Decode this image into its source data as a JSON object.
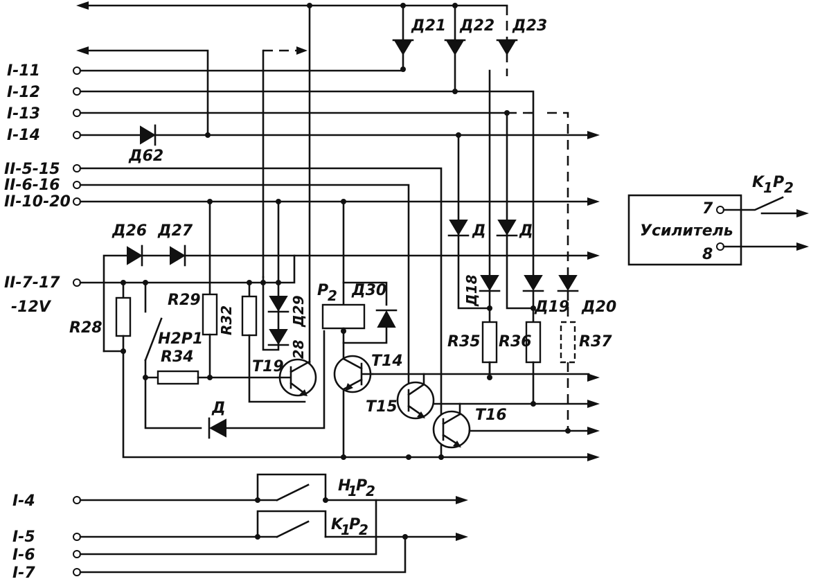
{
  "terminals_top": [
    "I-11",
    "I-12",
    "I-13",
    "I-14"
  ],
  "terminals_mid": [
    "II-5-15",
    "II-6-16",
    "II-10-20"
  ],
  "supply": {
    "terminal": "II-7-17",
    "voltage": "-12V"
  },
  "terminals_bottom": [
    "I-4",
    "I-5",
    "I-6",
    "I-7"
  ],
  "diodes": {
    "d21": "Д21",
    "d22": "Д22",
    "d23": "Д23",
    "d62": "Д62",
    "d26": "Д26",
    "d27": "Д27",
    "d28": "Д28",
    "d29": "Д29",
    "d30": "Д30",
    "d18": "Д18",
    "d19": "Д19",
    "d20": "Д20",
    "d_a": "Д",
    "d_b": "Д",
    "d_c": "Д"
  },
  "resistors": {
    "r28": "R28",
    "r29": "R29",
    "r32": "R32",
    "r34": "R34",
    "r35": "R35",
    "r36": "R36",
    "r37": "R37"
  },
  "transistors": {
    "t19": "T19",
    "t14": "T14",
    "t15": "T15",
    "t16": "T16"
  },
  "relay": {
    "coil": "P",
    "coil_sub": "2",
    "contact_h2p1": "H2P1"
  },
  "contacts": {
    "h1p2": {
      "main": "H",
      "sub1": "1",
      "mid": "P",
      "sub2": "2"
    },
    "k1p2": {
      "main": "K",
      "sub1": "1",
      "mid": "P",
      "sub2": "2"
    }
  },
  "amplifier": {
    "label": "Усилитель",
    "pin7": "7",
    "pin8": "8",
    "contact": {
      "main": "K",
      "sub1": "1",
      "mid": "P",
      "sub2": "2"
    }
  }
}
